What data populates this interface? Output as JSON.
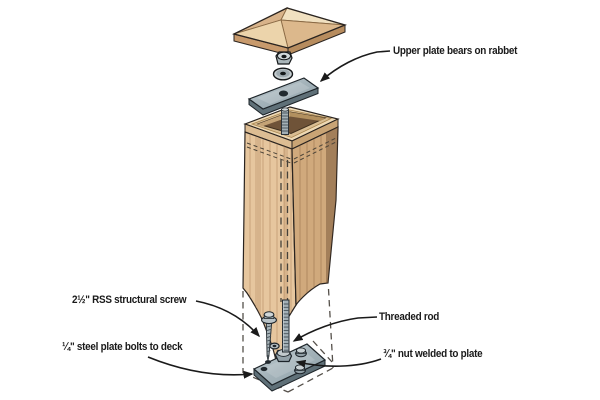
{
  "diagram": {
    "background": "#ffffff",
    "callouts": {
      "upper_plate": {
        "text": "Upper plate bears on rabbet"
      },
      "structural_screw": {
        "text": "2½\" RSS structural screw"
      },
      "steel_plate": {
        "text": "¼\" steel plate bolts to deck"
      },
      "threaded_rod": {
        "text": "Threaded rod"
      },
      "welded_nut": {
        "text": "¾\" nut welded to plate"
      }
    },
    "colors": {
      "wood_light": "#e6c69e",
      "wood_shade": "#d0a97c",
      "wood_top": "#eed9b4",
      "wood_cavity": "#6f5338",
      "steel_light": "#c9d3d6",
      "steel_mid": "#a3b2b9",
      "steel_dark": "#5f7078",
      "line": "#1a1a1a",
      "dash": "#55504a"
    }
  }
}
